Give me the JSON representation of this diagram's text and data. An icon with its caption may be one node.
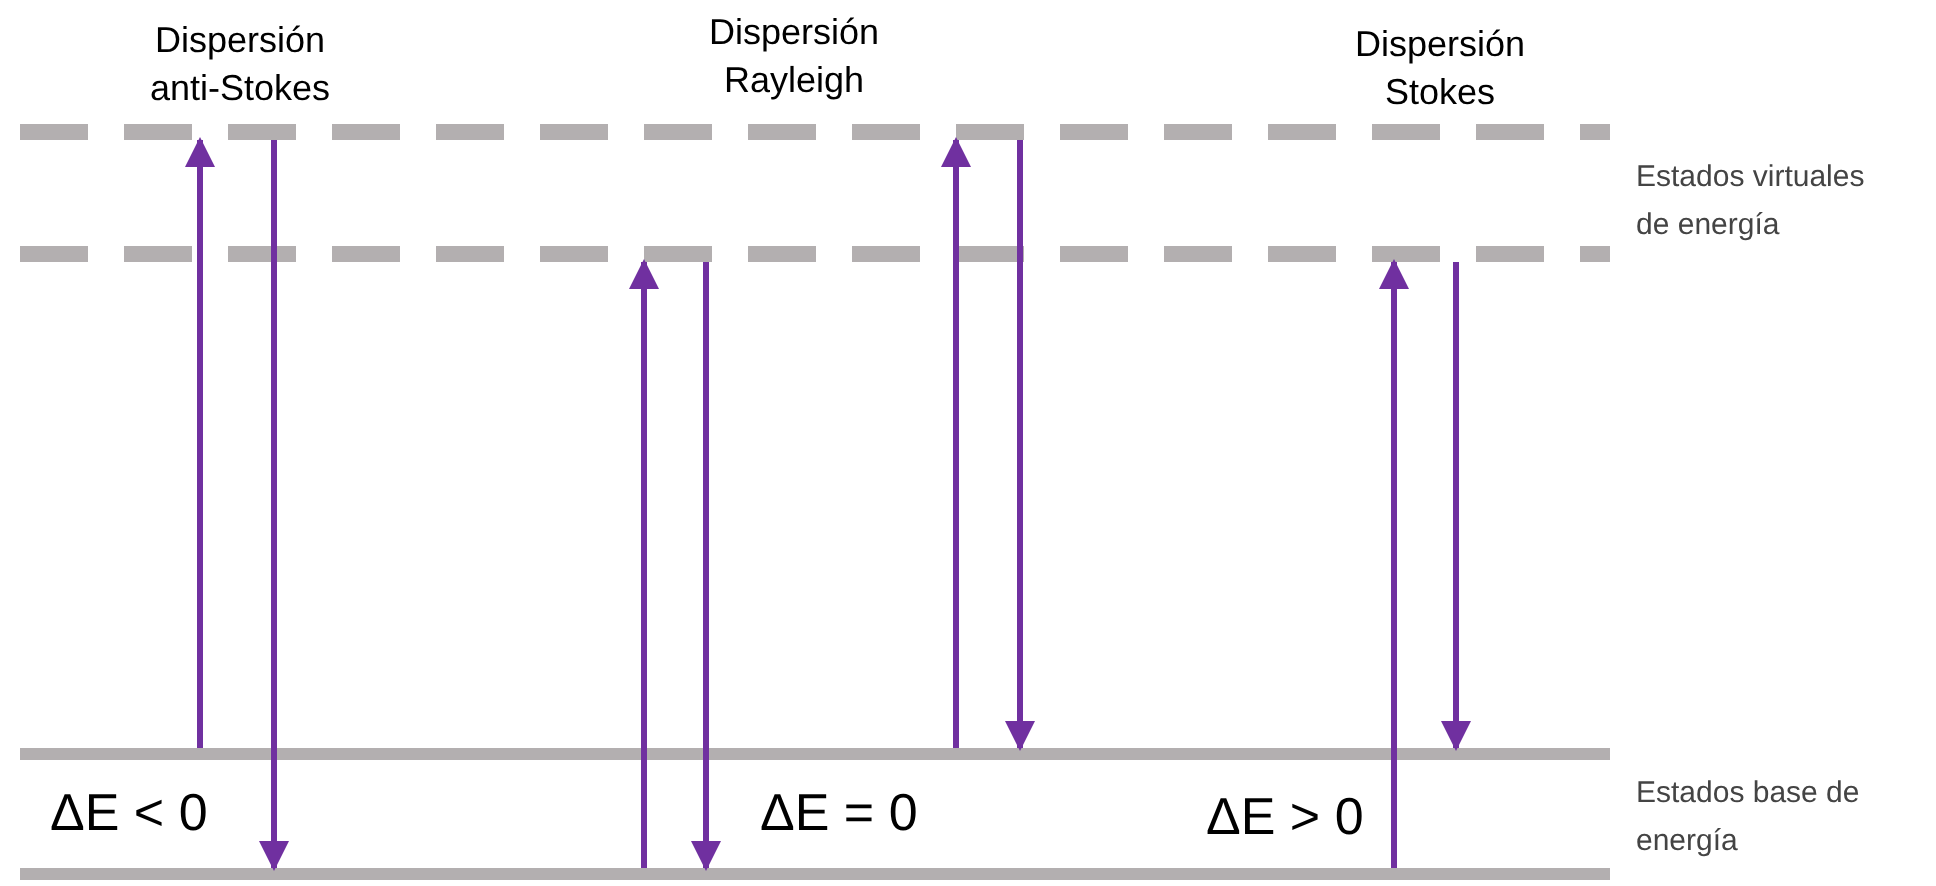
{
  "diagram": {
    "nodes": [
      {
        "text": [],
        "shape": "bar"
      },
      {
        "text": [],
        "shape": "bar"
      },
      {
        "text": [],
        "shape": "bar"
      },
      {
        "text": [],
        "shape": "bar"
      }
    ],
    "edges": [
      {
        "from": 2,
        "to": 0,
        "arrow": "to"
      },
      {
        "from": 0,
        "to": 3,
        "arrow": "to"
      },
      {
        "from": 3,
        "to": 1,
        "arrow": "to"
      },
      {
        "from": 1,
        "to": 3,
        "arrow": "to"
      },
      {
        "from": 2,
        "to": 0,
        "arrow": "to"
      },
      {
        "from": 0,
        "to": 2,
        "arrow": "to"
      },
      {
        "from": 3,
        "to": 1,
        "arrow": "to"
      },
      {
        "from": 1,
        "to": 2,
        "arrow": "to"
      }
    ],
    "labels": [
      "Dispersión anti-Stokes",
      "Dispersión Rayleigh",
      "Dispersión Stokes",
      "Estados virtuales de energía",
      "ΔE < 0",
      "ΔE = 0",
      "ΔE > 0",
      "Estados base de energía"
    ]
  }
}
